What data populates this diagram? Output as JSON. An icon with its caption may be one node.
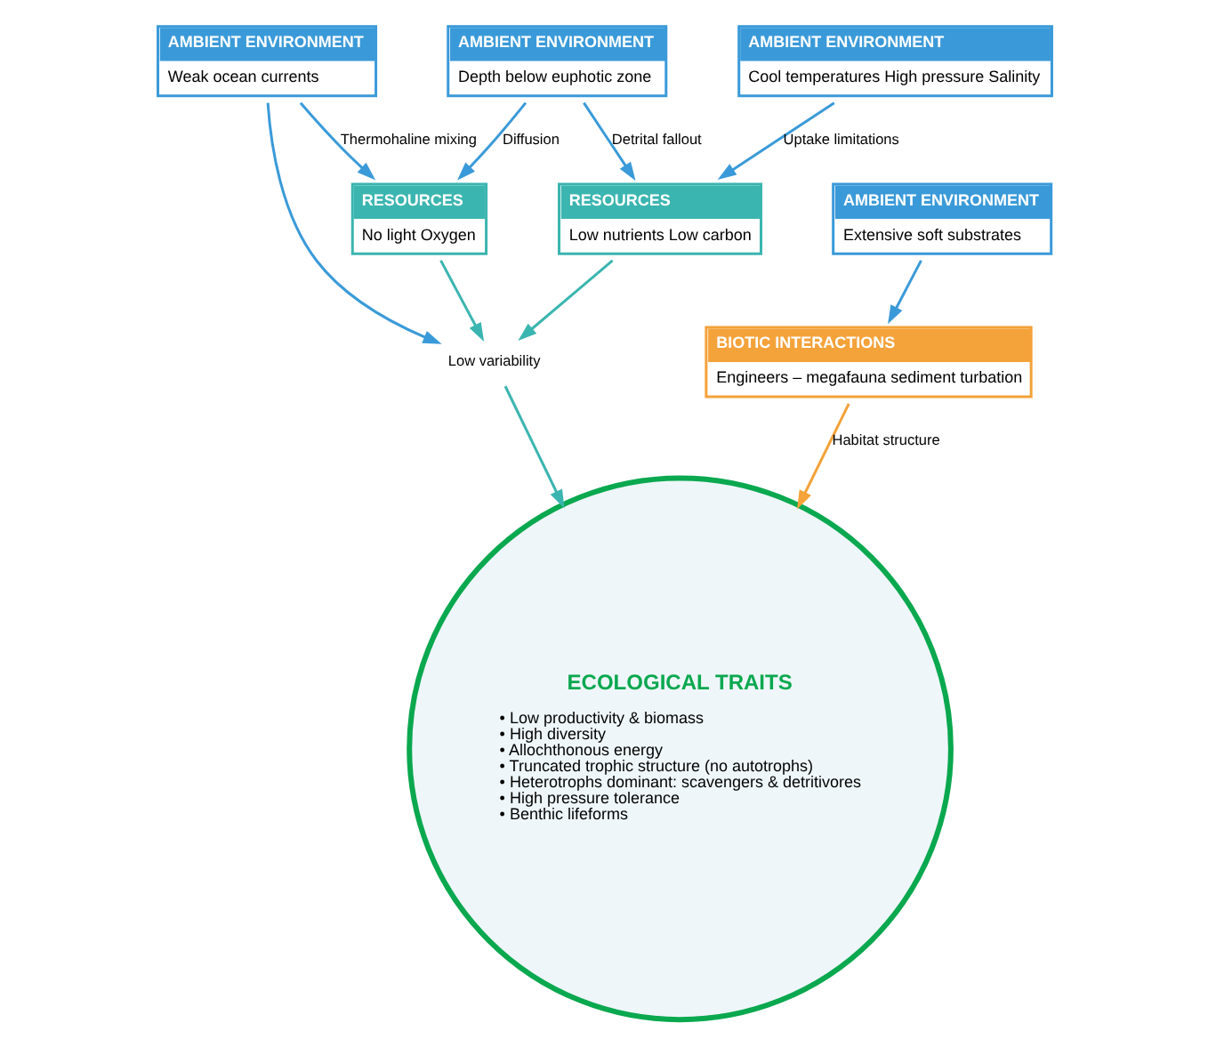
{
  "diagram": {
    "nodes": [
      {
        "text": [
          "AMBIENT ENVIRONMENT",
          "Weak ocean currents"
        ]
      },
      {
        "text": [
          "AMBIENT ENVIRONMENT",
          "Depth below euphotic zone"
        ]
      },
      {
        "text": [
          "RESOURCES",
          "No light Oxygen"
        ]
      },
      {
        "text": [
          "Low variability"
        ]
      },
      {
        "text": [
          "RESOURCES",
          "Low nutrients Low carbon"
        ]
      },
      {
        "text": [
          "AMBIENT ENVIRONMENT",
          "Extensive soft substrates"
        ]
      },
      {
        "text": [
          "ECOLOGICAL TRAITS",
          "• Low productivity & biomass",
          "• High diversity",
          "• Allochthonous energy",
          "• Truncated trophic structure (no autotrophs)",
          "• Heterotrophs dominant: scavengers & detritivores",
          "• High pressure tolerance",
          "• Benthic lifeforms"
        ]
      },
      {
        "text": [
          "BIOTIC INTERACTIONS",
          "Engineers – megafauna sediment turbation"
        ]
      },
      {
        "text": [
          "AMBIENT ENVIRONMENT",
          "Cool temperatures High pressure Salinity"
        ]
      }
    ],
    "edges": [
      {
        "from": 0,
        "to": 2,
        "arrow": "to",
        "label": "Thermohaline mixing"
      },
      {
        "from": 1,
        "to": 2,
        "arrow": "to",
        "label": "Diffusion"
      },
      {
        "from": 1,
        "to": 4,
        "arrow": "to",
        "label": "Detrital fallout"
      },
      {
        "from": 0,
        "to": 3,
        "arrow": "to"
      },
      {
        "from": 2,
        "to": 3,
        "arrow": "to",
        "color": "#3bb5b0"
      },
      {
        "from": 4,
        "to": 3,
        "arrow": "to",
        "color": "#3bb5b0"
      },
      {
        "from": 3,
        "to": 6,
        "arrow": "to",
        "color": "#3bb5b0"
      },
      {
        "from": 5,
        "to": 7,
        "arrow": "to"
      },
      {
        "from": 7,
        "to": 6,
        "arrow": "to",
        "label": "Habitat structure",
        "color": "#f4a23a"
      },
      {
        "from": 8,
        "to": 4,
        "arrow": "to",
        "label": "Uptake limitations"
      }
    ]
  }
}
